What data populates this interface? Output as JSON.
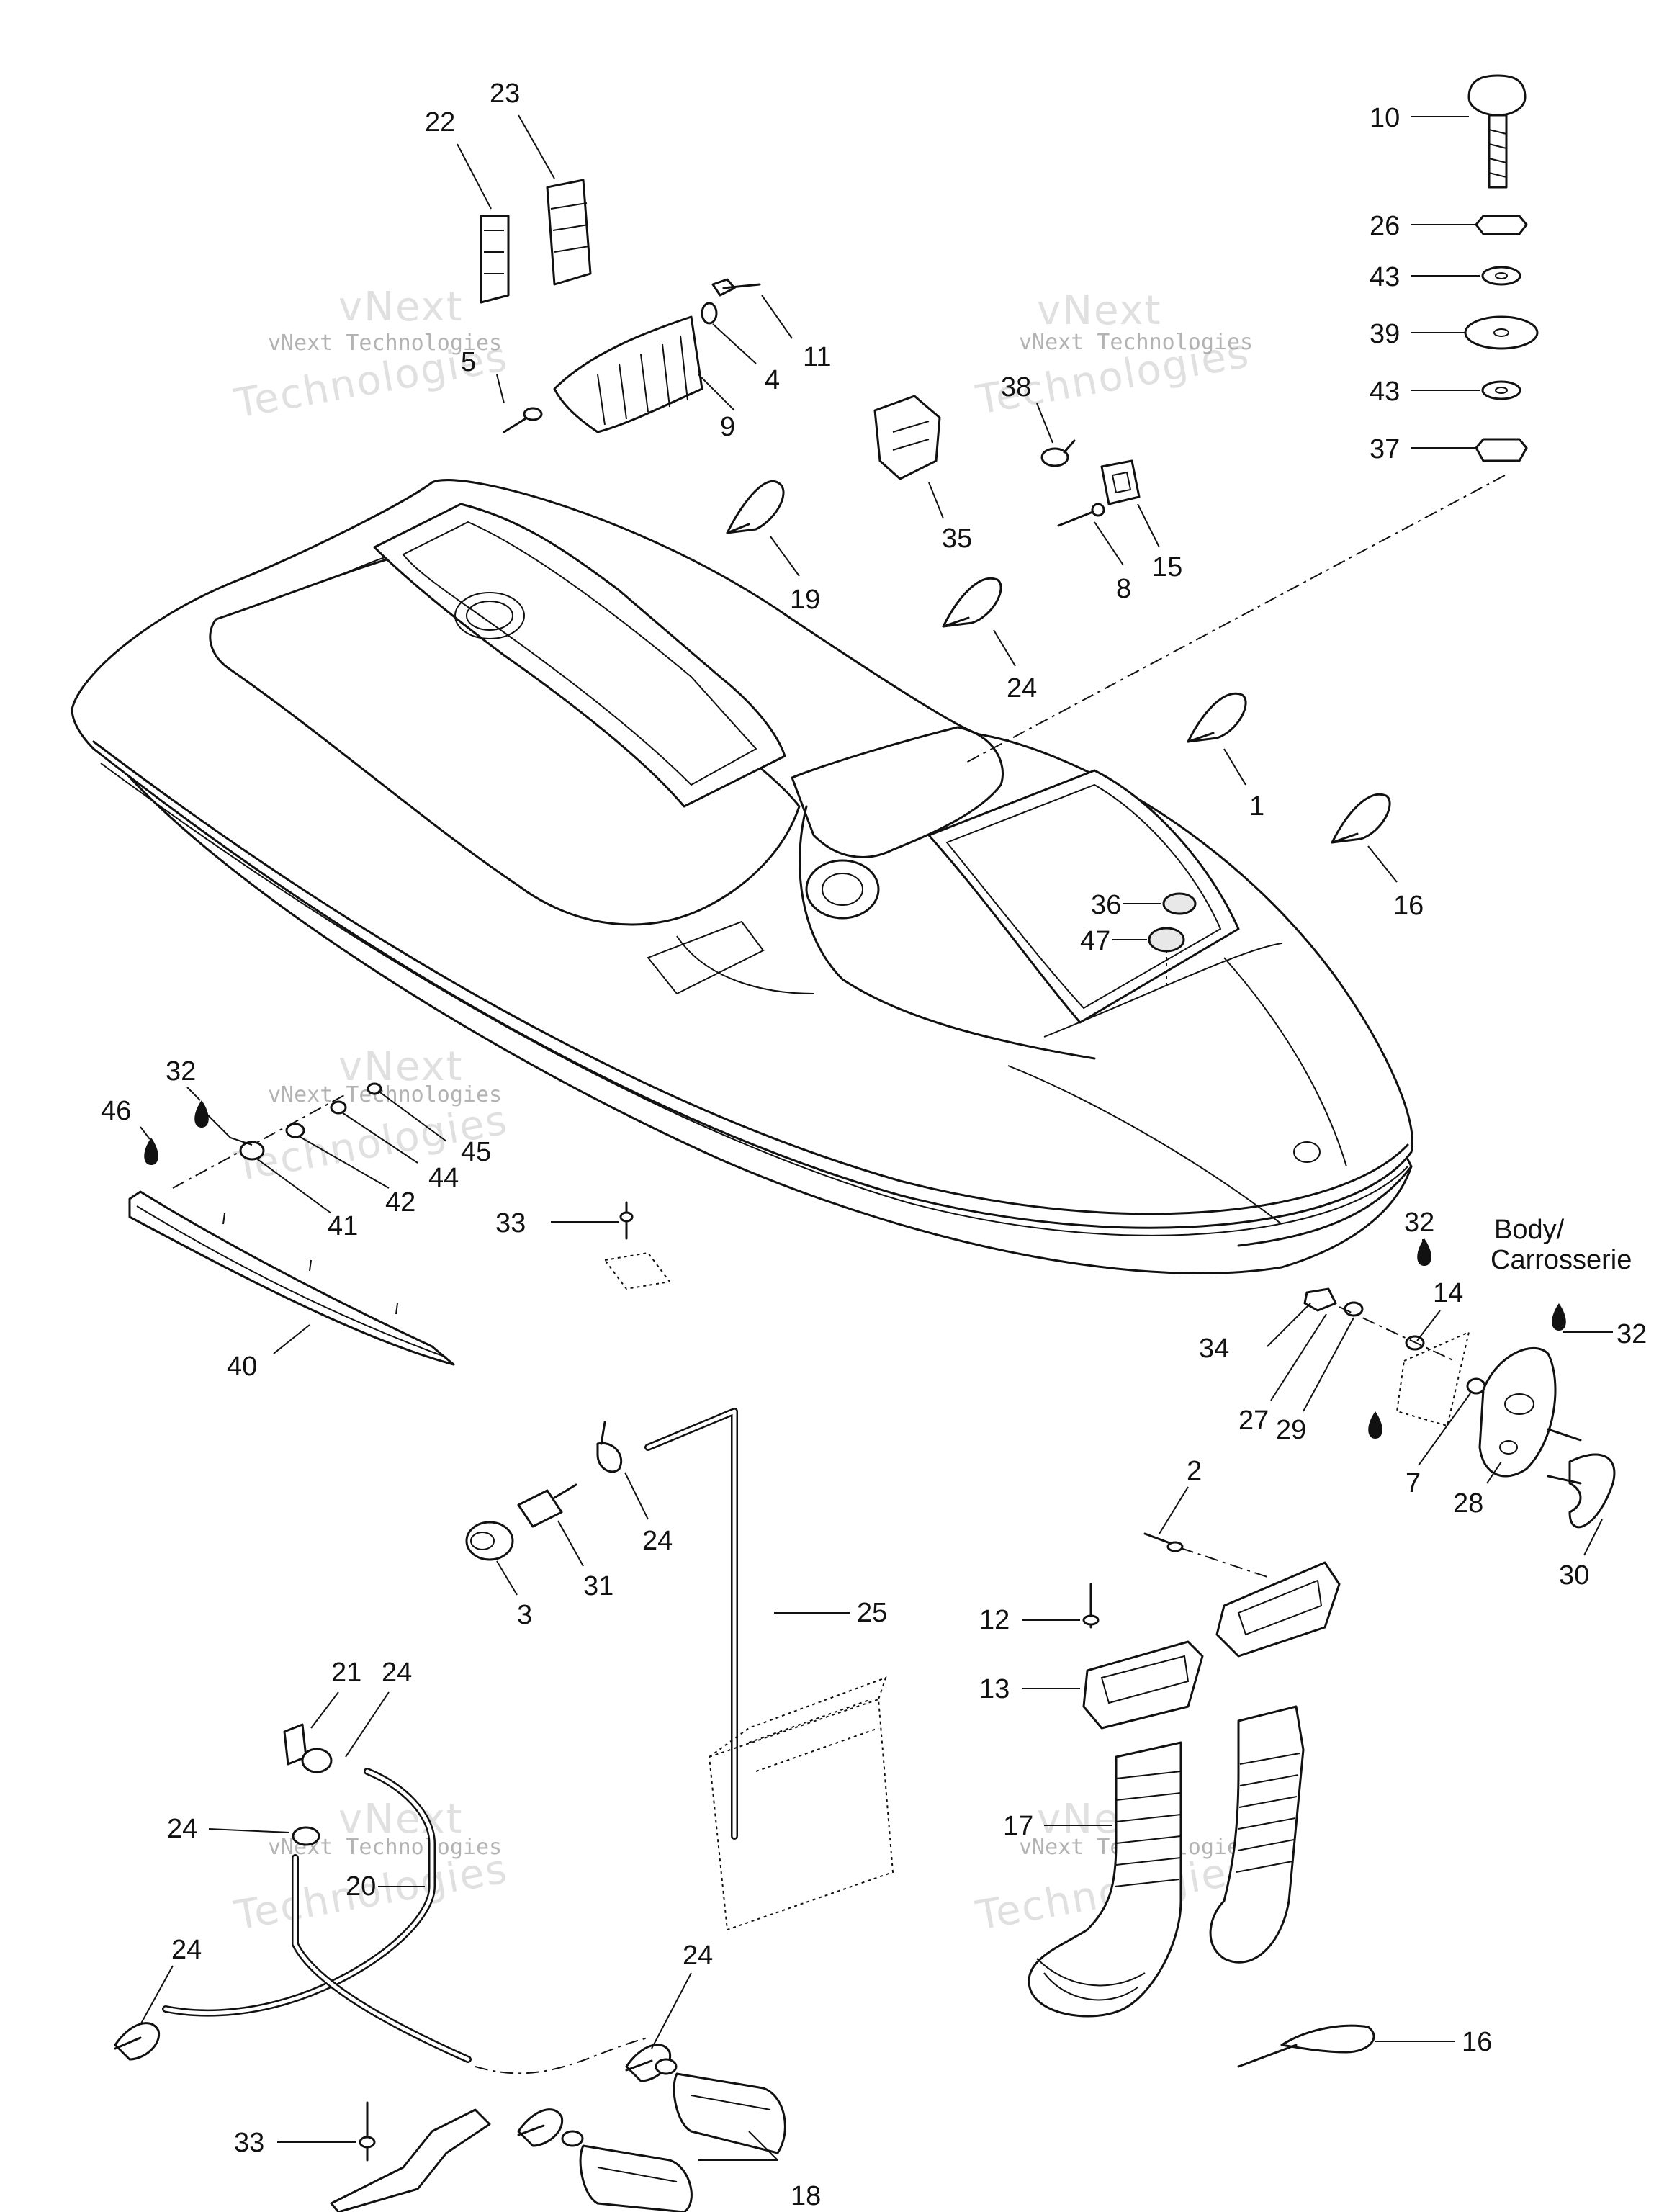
{
  "diagram": {
    "callouts": [
      {
        "id": "c10",
        "text": "10"
      },
      {
        "id": "c26",
        "text": "26"
      },
      {
        "id": "c43a",
        "text": "43"
      },
      {
        "id": "c39",
        "text": "39"
      },
      {
        "id": "c43b",
        "text": "43"
      },
      {
        "id": "c37",
        "text": "37"
      },
      {
        "id": "c22",
        "text": "22"
      },
      {
        "id": "c23",
        "text": "23"
      },
      {
        "id": "c11",
        "text": "11"
      },
      {
        "id": "c4",
        "text": "4"
      },
      {
        "id": "c5",
        "text": "5"
      },
      {
        "id": "c9",
        "text": "9"
      },
      {
        "id": "c38",
        "text": "38"
      },
      {
        "id": "c35",
        "text": "35"
      },
      {
        "id": "c15",
        "text": "15"
      },
      {
        "id": "c8",
        "text": "8"
      },
      {
        "id": "c19",
        "text": "19"
      },
      {
        "id": "c24a",
        "text": "24"
      },
      {
        "id": "c1",
        "text": "1"
      },
      {
        "id": "c16a",
        "text": "16"
      },
      {
        "id": "c36",
        "text": "36"
      },
      {
        "id": "c47",
        "text": "47"
      },
      {
        "id": "c32a",
        "text": "32"
      },
      {
        "id": "c46",
        "text": "46"
      },
      {
        "id": "c45",
        "text": "45"
      },
      {
        "id": "c44",
        "text": "44"
      },
      {
        "id": "c42",
        "text": "42"
      },
      {
        "id": "c41",
        "text": "41"
      },
      {
        "id": "c33a",
        "text": "33"
      },
      {
        "id": "c40",
        "text": "40"
      },
      {
        "id": "c32b",
        "text": "32"
      },
      {
        "id": "c14",
        "text": "14"
      },
      {
        "id": "c34",
        "text": "34"
      },
      {
        "id": "c32c",
        "text": "32"
      },
      {
        "id": "c27",
        "text": "27"
      },
      {
        "id": "c29",
        "text": "29"
      },
      {
        "id": "c7",
        "text": "7"
      },
      {
        "id": "c28",
        "text": "28"
      },
      {
        "id": "c30",
        "text": "30"
      },
      {
        "id": "c2",
        "text": "2"
      },
      {
        "id": "c24b",
        "text": "24"
      },
      {
        "id": "c31",
        "text": "31"
      },
      {
        "id": "c3",
        "text": "3"
      },
      {
        "id": "c25",
        "text": "25"
      },
      {
        "id": "c12",
        "text": "12"
      },
      {
        "id": "c13",
        "text": "13"
      },
      {
        "id": "c21",
        "text": "21"
      },
      {
        "id": "c24c",
        "text": "24"
      },
      {
        "id": "c24d",
        "text": "24"
      },
      {
        "id": "c20",
        "text": "20"
      },
      {
        "id": "c17",
        "text": "17"
      },
      {
        "id": "c24e",
        "text": "24"
      },
      {
        "id": "c24f",
        "text": "24"
      },
      {
        "id": "c16b",
        "text": "16"
      },
      {
        "id": "c33b",
        "text": "33"
      },
      {
        "id": "c18",
        "text": "18"
      }
    ],
    "body_label": {
      "line1": "Body/",
      "line2": "Carrosserie"
    },
    "watermark": {
      "line1": "vNext Technologies",
      "line2": "vNext",
      "line3": "Technologies"
    }
  }
}
